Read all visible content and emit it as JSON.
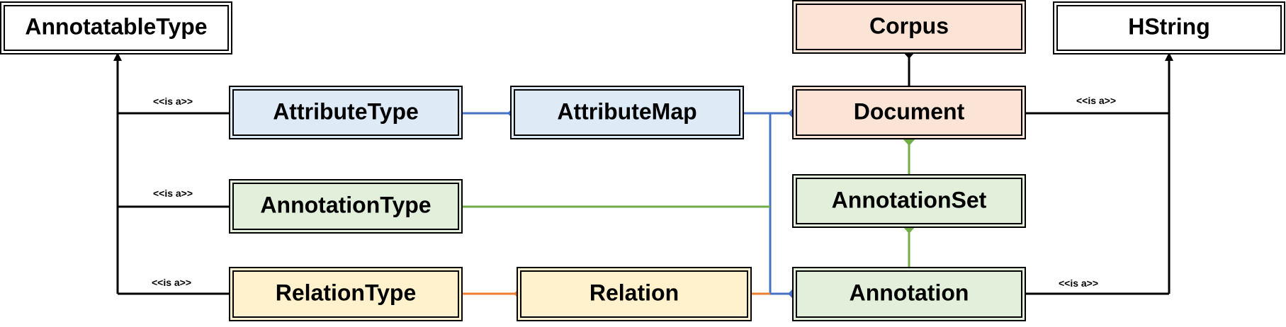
{
  "colors": {
    "white_fill": "#ffffff",
    "blue_fill": "#deeaf6",
    "peach_fill": "#fbe4d6",
    "green_fill": "#e2efda",
    "yellow_fill": "#fff2cc",
    "border": "#000000",
    "blue_line": "#4472c4",
    "green_line": "#70ad47",
    "orange_line": "#ed7d31",
    "black_line": "#000000"
  },
  "boxes": {
    "annotatabletype": {
      "label": "AnnotatableType",
      "fill": "white"
    },
    "attributetype": {
      "label": "AttributeType",
      "fill": "blue"
    },
    "attributemap": {
      "label": "AttributeMap",
      "fill": "blue"
    },
    "annotationtype": {
      "label": "AnnotationType",
      "fill": "green"
    },
    "relationtype": {
      "label": "RelationType",
      "fill": "yellow"
    },
    "relation": {
      "label": "Relation",
      "fill": "yellow"
    },
    "corpus": {
      "label": "Corpus",
      "fill": "peach"
    },
    "document": {
      "label": "Document",
      "fill": "peach"
    },
    "annotationset": {
      "label": "AnnotationSet",
      "fill": "green"
    },
    "annotation": {
      "label": "Annotation",
      "fill": "green"
    },
    "hstring": {
      "label": "HString",
      "fill": "white"
    }
  },
  "labels": {
    "isa_attributetype": "<<is a>>",
    "isa_annotationtype": "<<is a>>",
    "isa_relationtype": "<<is a>>",
    "isa_document": "<<is a>>",
    "isa_annotation": "<<is a>>"
  }
}
